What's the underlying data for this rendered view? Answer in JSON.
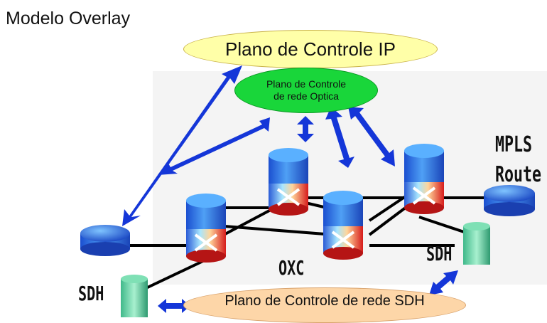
{
  "title": "Modelo Overlay",
  "ip_plane": "Plano de Controle IP",
  "optical_plane_line1": "Plano de Controle",
  "optical_plane_line2": "de rede Optica",
  "sdh_plane": "Plano de Controle de rede SDH",
  "labels": {
    "mpls_line1": "MPLS",
    "mpls_line2": "Route",
    "sdh_right": "SDH",
    "sdh_left": "SDH",
    "oxc": "OXC"
  }
}
